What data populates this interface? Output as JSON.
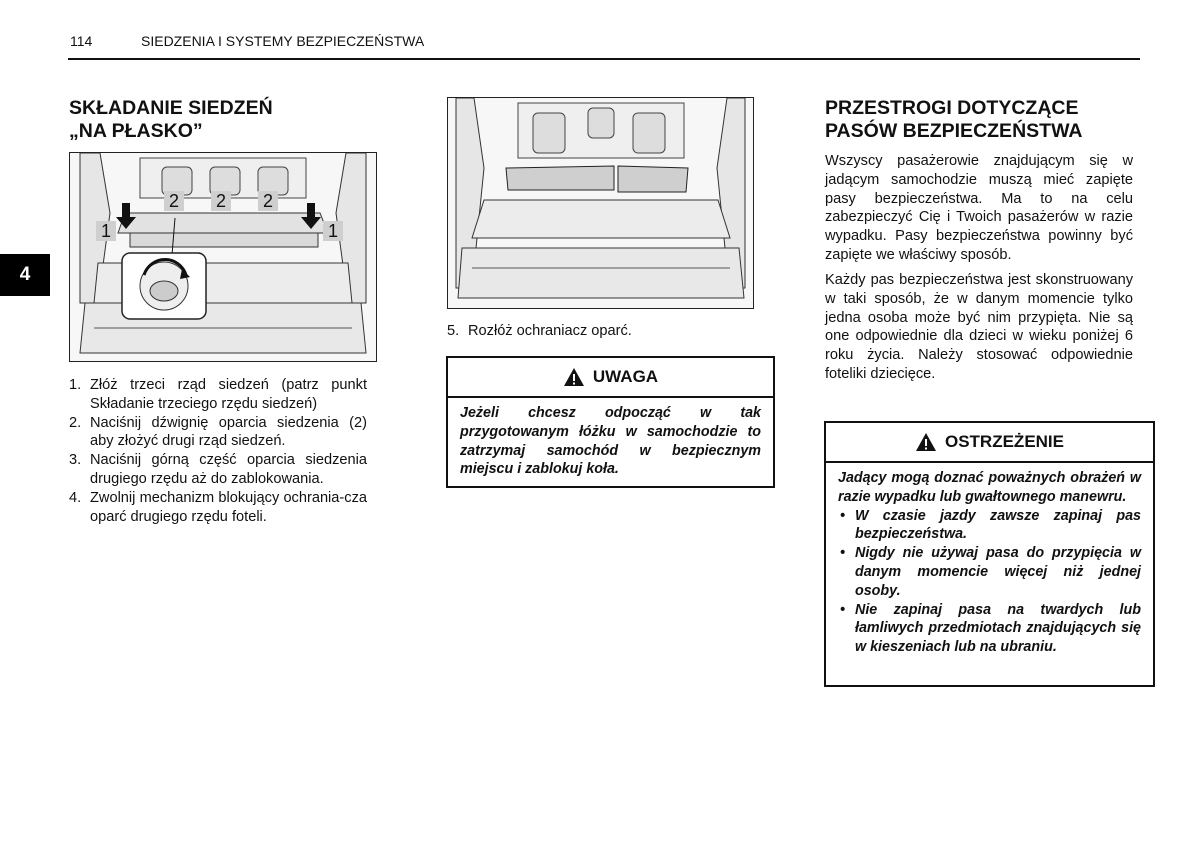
{
  "header": {
    "page_number": "114",
    "section_title": "SIEDZENIA I SYSTEMY BEZPIECZEŃSTWA"
  },
  "chapter_tab": "4",
  "left": {
    "title_line1": "SKŁADANIE SIEDZEŃ",
    "title_line2": "„NA PŁASKO”",
    "figure_labels": {
      "a": "1",
      "b": "2",
      "c": "2",
      "d": "2",
      "e": "1"
    },
    "steps": [
      {
        "num": "1.",
        "text": "Złóż trzeci rząd siedzeń (patrz punkt Składanie trzeciego rzędu siedzeń)"
      },
      {
        "num": "2.",
        "text": "Naciśnij dźwignię oparcia siedzenia (2) aby złożyć drugi rząd siedzeń."
      },
      {
        "num": "3.",
        "text": "Naciśnij górną część oparcia siedzenia drugiego rzędu aż do zablokowania."
      },
      {
        "num": "4.",
        "text": "Zwolnij mechanizm blokujący ochrania-cza oparć drugiego rzędu foteli."
      }
    ]
  },
  "middle": {
    "step5": {
      "num": "5.",
      "text": "Rozłóż ochraniacz oparć."
    },
    "warning": {
      "icon": "warning-triangle-icon",
      "title": "UWAGA",
      "text": "Jeżeli chcesz odpocząć w tak przygotowanym łóżku w samochodzie to zatrzymaj samochód w bezpiecznym miejscu i zablokuj koła."
    }
  },
  "right": {
    "title_line1": "PRZESTROGI DOTYCZĄCE",
    "title_line2": "PASÓW BEZPIECZEŃSTWA",
    "para1": "Wszyscy pasażerowie znajdującym się w jadącym samochodzie muszą mieć zapięte pasy bezpieczeństwa. Ma to na celu zabezpieczyć Cię i Twoich pasażerów w razie wypadku. Pasy bezpieczeństwa powinny być zapięte we właściwy sposób.",
    "para2": "Każdy pas bezpieczeństwa jest skonstruowany w taki sposób, że w danym momencie tylko jedna osoba może być nim przypięta. Nie są one odpowiednie dla dzieci w wieku poniżej 6 roku życia. Należy stosować odpowiednie foteliki dziecięce.",
    "caution": {
      "icon": "warning-triangle-icon",
      "title": "OSTRZEŻENIE",
      "intro": "Jadący mogą doznać poważnych obrażeń w razie wypadku lub gwałtownego manewru.",
      "bullets": [
        "W czasie jazdy zawsze zapinaj pas bezpieczeństwa.",
        "Nigdy nie używaj pasa do przypięcia w danym momencie więcej niż jednej osoby.",
        "Nie zapinaj pasa na twardych lub łamliwych przedmiotach znajdujących się w kieszeniach lub na ubraniu."
      ]
    }
  }
}
